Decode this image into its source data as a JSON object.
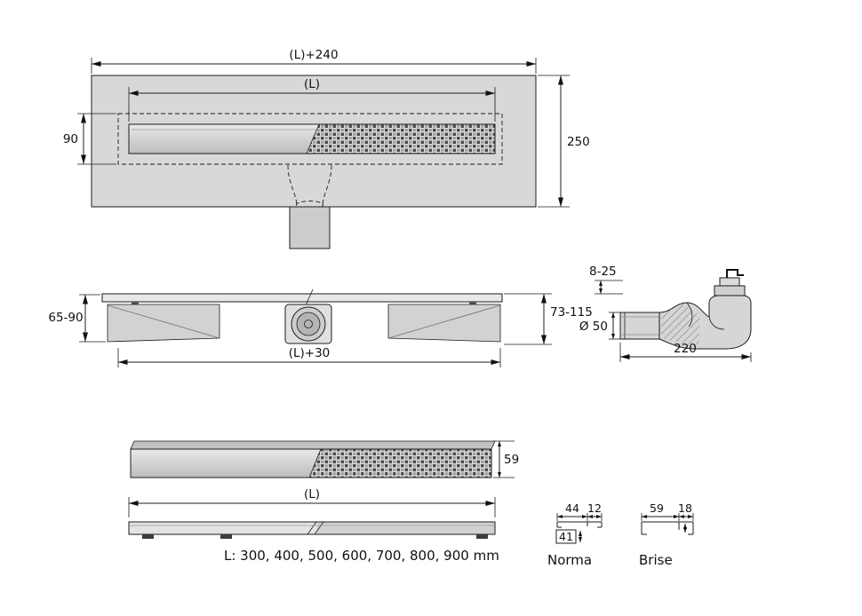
{
  "page": {
    "background": "#ffffff",
    "line_color": "#1c1c1c",
    "fill_gray": "#d8d8d8"
  },
  "drawing": {
    "top_view": {
      "dim_overall_length": "(L)+240",
      "dim_length": "(L)",
      "dim_depth": "250",
      "dim_channel_width": "90"
    },
    "front_view": {
      "dim_height_left": "65-90",
      "dim_height_right": "73-115",
      "dim_length": "(L)+30"
    },
    "siphon_view": {
      "dim_adjust": "8-25",
      "dim_outlet": "Ø 50",
      "dim_length": "220"
    },
    "grate_side_view": {
      "dim_height": "59"
    },
    "bottom_view": {
      "dim_length": "(L)"
    },
    "note": "L: 300, 400, 500, 600, 700, 800, 900 mm",
    "profiles": {
      "norma": {
        "name": "Norma",
        "dim_width": "44",
        "dim_lip": "12",
        "dim_inner": "41"
      },
      "brise": {
        "name": "Brise",
        "dim_width": "59",
        "dim_lip": "18"
      }
    }
  }
}
